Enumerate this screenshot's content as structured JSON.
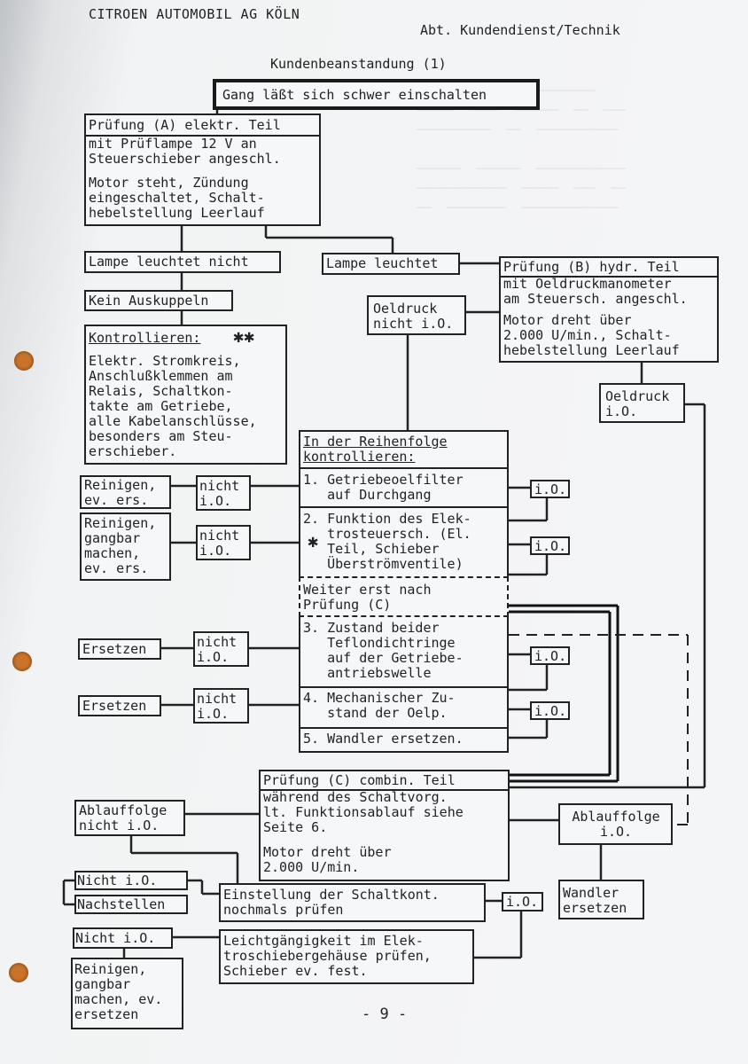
{
  "header": {
    "company": "CITROEN AUTOMOBIL AG KÖLN",
    "department": "Abt. Kundendienst/Technik",
    "title": "Kundenbeanstandung (1)"
  },
  "problem": "Gang läßt sich schwer einschalten",
  "test_a": {
    "title": "Prüfung (A) elektr. Teil",
    "body": "mit Prüflampe 12 V an\nSteuerschieber angeschl.",
    "body2": "Motor steht, Zündung\neingeschaltet, Schalt-\nhebelstellung Leerlauf"
  },
  "lamp_not_lit": "Lampe leuchtet nicht",
  "lamp_lit": "Lampe leuchtet",
  "no_decoupling": "Kein Auskuppeln",
  "check_box": {
    "title": "Kontrollieren:",
    "stars": "✱✱",
    "body": "Elektr. Stromkreis,\nAnschlußklemmen am\nRelais, Schaltkon-\ntakte am Getriebe,\nalle Kabelanschlüsse,\nbesonders am Steu-\nerschieber."
  },
  "test_b": {
    "title": "Prüfung (B) hydr. Teil",
    "body": "mit Oeldruckmanometer\nam Steuersch. angeschl.",
    "body2": "Motor dreht über\n2.000 U/min., Schalt-\nhebelstellung Leerlauf"
  },
  "oil_pressure_ok_left": "Oeldruck\nnicht i.O.",
  "oil_pressure_ok_right": "Oeldruck\ni.O.",
  "sequence": {
    "title": "In der Reihenfolge\nkontrollieren:",
    "item1": "1. Getriebeoelfilter\n   auf Durchgang",
    "item2": "2. Funktion des Elek-\n   trosteuersch. (El.\n   Teil, Schieber\n   Überströmventile)",
    "item2_star": "✱",
    "note": "Weiter erst nach\nPrüfung (C)",
    "item3": "3. Zustand beider\n   Teflondichtringe\n   auf der Getriebe-\n   antriebswelle",
    "item4": "4. Mechanischer Zu-\n   stand der Oelp.",
    "item5": "5. Wandler ersetzen."
  },
  "left_actions": {
    "clean1": "Reinigen,\nev. ers.",
    "clean2": "Reinigen,\ngangbar\nmachen,\nev. ers.",
    "replace1": "Ersetzen",
    "replace2": "Ersetzen",
    "nio1": "nicht\ni.O.",
    "nio2": "nicht\ni.O.",
    "nio3": "nicht\ni.O.",
    "nio4": "nicht\ni.O."
  },
  "io_labels": {
    "io1": "i.O.",
    "io2": "i.O.",
    "io3": "i.O.",
    "io4": "i.O.",
    "io5": "i.O."
  },
  "test_c": {
    "title": "Prüfung (C) combin. Teil",
    "body": "während des Schaltvorg.\nlt. Funktionsablauf siehe\nSeite 6.",
    "body2": "Motor dreht über\n2.000 U/min."
  },
  "sequence_nio": "Ablauffolge\nnicht i.O.",
  "sequence_io": "Ablauffolge\ni.O.",
  "replace_converter": "Wandler\nersetzen",
  "not_ok_1": "Nicht i.O.",
  "readjust": "Nachstellen",
  "switch_contacts": "Einstellung der Schaltkont.\nnochmals prüfen",
  "not_ok_2": "Nicht i.O.",
  "ease_check": "Leichtgängigkeit im Elek-\ntroschiebergehäuse prüfen,\nSchieber ev. fest.",
  "clean_final": "Reinigen,\ngangbar\nmachen, ev.\nersetzen",
  "page_number": "- 9 -"
}
